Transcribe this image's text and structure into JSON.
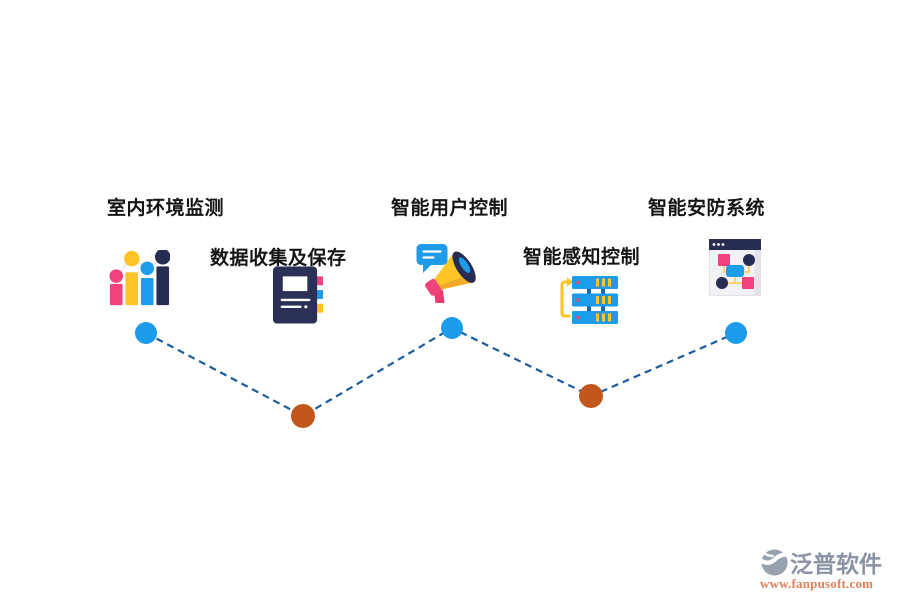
{
  "steps": [
    {
      "label": "室内环境监测",
      "icon": "bar-chart-icon",
      "row": "top",
      "dot_color": "#1B9BE9"
    },
    {
      "label": "数据收集及保存",
      "icon": "notebook-icon",
      "row": "bottom",
      "dot_color": "#C2571D"
    },
    {
      "label": "智能用户控制",
      "icon": "megaphone-icon",
      "row": "top",
      "dot_color": "#1B9BE9"
    },
    {
      "label": "智能感知控制",
      "icon": "server-stack-icon",
      "row": "bottom",
      "dot_color": "#C2571D"
    },
    {
      "label": "智能安防系统",
      "icon": "flowchart-window-icon",
      "row": "top",
      "dot_color": "#1B9BE9"
    }
  ],
  "connector": {
    "style": "dashed",
    "color": "#1A5C9C"
  },
  "colors": {
    "background": "#FFFFFF",
    "label_text": "#151515",
    "pink": "#F0437B",
    "yellow": "#FFC527",
    "blue": "#1E9BE9",
    "navy": "#272D52",
    "dot_blue": "#1B9BE9",
    "dot_orange": "#C2571D"
  },
  "watermark": {
    "brand": "泛普软件",
    "url": "www.fanpusoft.com"
  }
}
